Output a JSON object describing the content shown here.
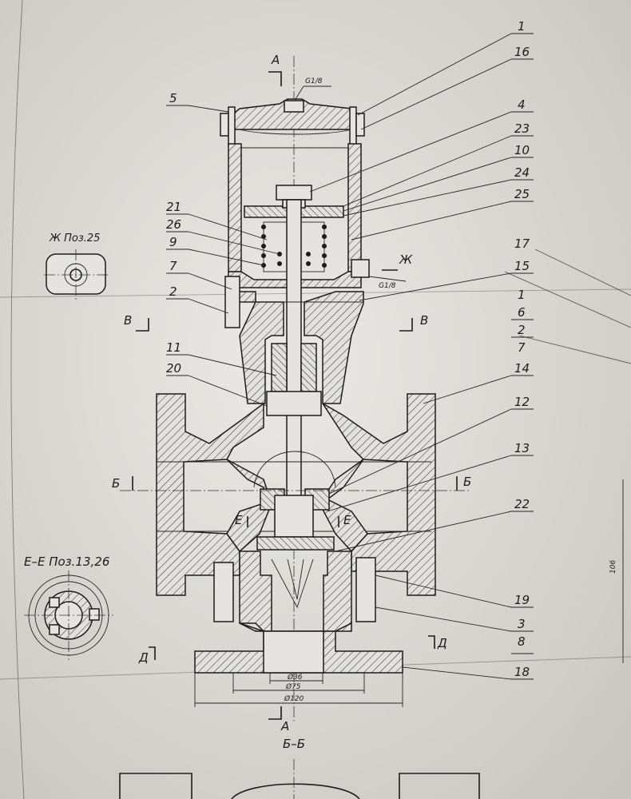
{
  "callouts": {
    "c1": "1",
    "c16": "16",
    "c4": "4",
    "c23": "23",
    "c10": "10",
    "c24": "24",
    "c25": "25",
    "c5": "5",
    "c21": "21",
    "c26": "26",
    "c9": "9",
    "c7": "7",
    "c2": "2",
    "c17": "17",
    "c15": "15",
    "c1b": "1",
    "c6": "6",
    "c2b": "2",
    "c7b": "7",
    "c14": "14",
    "c11": "11",
    "c20": "20",
    "c12": "12",
    "c13": "13",
    "c22": "22",
    "c19": "19",
    "c3": "3",
    "c8": "8",
    "c18": "18"
  },
  "section_marks": {
    "a_top": "А",
    "a_bottom": "А",
    "v_left": "В",
    "v_right": "В",
    "b_left": "Б",
    "b_right": "Б",
    "e_left": "Е",
    "e_right": "Е",
    "d_left": "Д",
    "d_right": "Д",
    "zh": "Ж"
  },
  "thread_labels": {
    "top": "G1/8",
    "side": "G1/8"
  },
  "views": {
    "zh_view": "Ж Поз.25",
    "ee_view": "Е–Е Поз.13,26",
    "bb_view": "Б–Б"
  },
  "dimensions": {
    "d36": "Ø36",
    "d75": "Ø75",
    "d120": "Ø120",
    "side106": "106"
  }
}
